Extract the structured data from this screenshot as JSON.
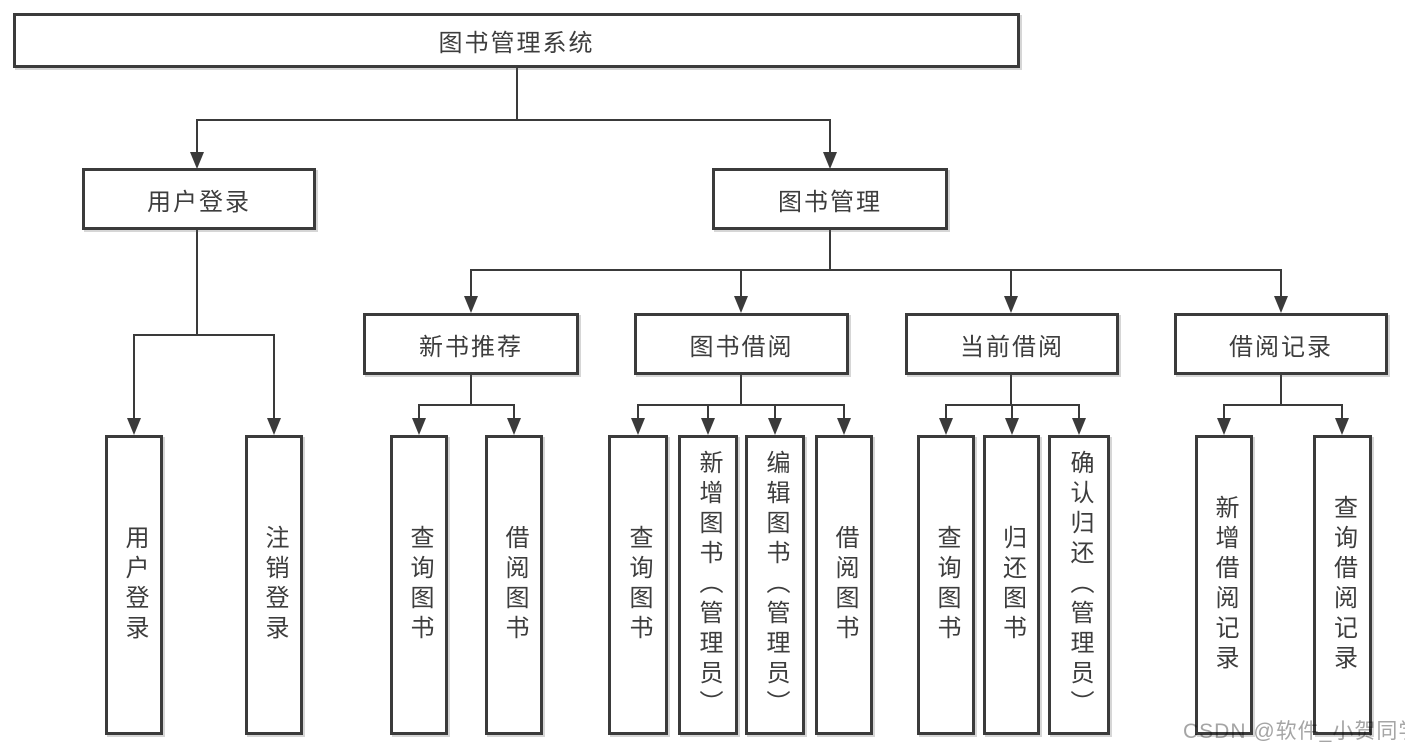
{
  "tree": {
    "root": {
      "label": "图书管理系统"
    },
    "branches": [
      {
        "label": "用户登录",
        "children": [
          {
            "label": "用户登录"
          },
          {
            "label": "注销登录"
          }
        ]
      },
      {
        "label": "图书管理",
        "children": [
          {
            "label": "新书推荐",
            "children": [
              {
                "label": "查询图书"
              },
              {
                "label": "借阅图书"
              }
            ]
          },
          {
            "label": "图书借阅",
            "children": [
              {
                "label": "查询图书"
              },
              {
                "label": "新增图书（管理员）"
              },
              {
                "label": "编辑图书（管理员）"
              },
              {
                "label": "借阅图书"
              }
            ]
          },
          {
            "label": "当前借阅",
            "children": [
              {
                "label": "查询图书"
              },
              {
                "label": "归还图书"
              },
              {
                "label": "确认归还（管理员）"
              }
            ]
          },
          {
            "label": "借阅记录",
            "children": [
              {
                "label": "新增借阅记录"
              },
              {
                "label": "查询借阅记录"
              }
            ]
          }
        ]
      }
    ]
  },
  "watermark": {
    "text": "CSDN @软件_小贺同学"
  },
  "colors": {
    "line": "#3a3a3a",
    "box_border": "#3b3b3b",
    "text": "#3d3d3d",
    "watermark_text": "#a5a5a5",
    "background": "#ffffff"
  }
}
